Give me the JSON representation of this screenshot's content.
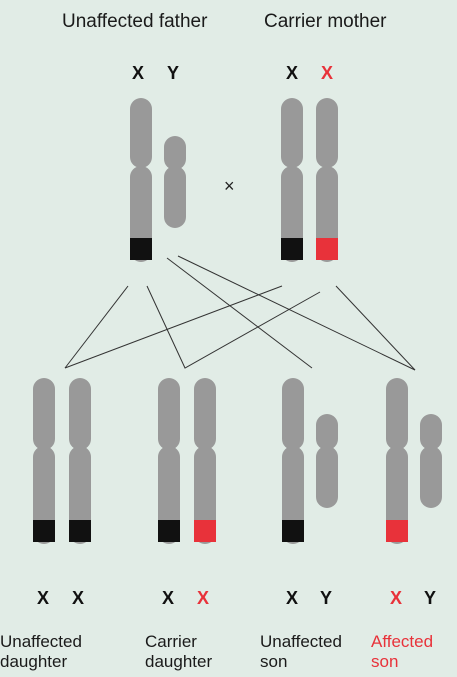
{
  "parents": {
    "father_label": "Unaffected father",
    "mother_label": "Carrier mother",
    "father_chroms": [
      "X",
      "Y"
    ],
    "mother_chroms": [
      "X",
      "X"
    ],
    "cross_symbol": "×"
  },
  "offspring": [
    {
      "chroms": [
        "X",
        "X"
      ],
      "label_line1": "Unaffected",
      "label_line2": "daughter",
      "affected": false
    },
    {
      "chroms": [
        "X",
        "X"
      ],
      "label_line1": "Carrier",
      "label_line2": "daughter",
      "affected": false
    },
    {
      "chroms": [
        "X",
        "Y"
      ],
      "label_line1": "Unaffected",
      "label_line2": "son",
      "affected": false
    },
    {
      "chroms": [
        "X",
        "Y"
      ],
      "label_line1": "Affected",
      "label_line2": "son",
      "affected": true
    }
  ],
  "colors": {
    "background": "#e1ece6",
    "chromosome": "#999999",
    "normal_gene": "#111111",
    "mutant_gene": "#e8323a"
  }
}
